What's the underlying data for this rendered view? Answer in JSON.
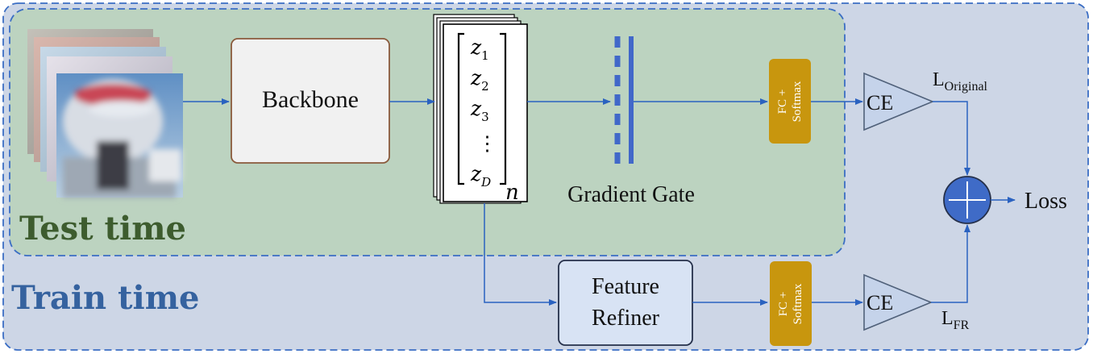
{
  "regions": {
    "train_label": "Train time",
    "test_label": "Test time"
  },
  "blocks": {
    "backbone": "Backbone",
    "feature_refiner_line1": "Feature",
    "feature_refiner_line2": "Refiner",
    "gradient_gate": "Gradient Gate",
    "fc_line1": "FC +",
    "fc_line2": "Softmax",
    "ce": "CE",
    "loss": "Loss"
  },
  "feature_vector": {
    "entries": [
      "z",
      "z",
      "z",
      "⋮",
      "z"
    ],
    "subscripts": [
      "1",
      "2",
      "3",
      "",
      "D"
    ],
    "count_symbol": "n"
  },
  "losses": {
    "original_main": "L",
    "original_sub": "Original",
    "fr_main": "L",
    "fr_sub": "FR"
  },
  "colors": {
    "train_fill": "#cdd6e6",
    "test_fill": "#bcd3c0",
    "region_border": "#3b6ec4",
    "arrow": "#2a62c0",
    "gate": "#4168c9",
    "fc_fill": "#c8960e",
    "ce_fill": "#c5d3ea",
    "ce_border": "#50617a",
    "sum_fill": "#3f6bc7",
    "train_text": "#35629f",
    "test_text": "#3d5c2e",
    "backbone_border": "#8a5a3c",
    "refiner_fill": "#d8e3f4"
  }
}
